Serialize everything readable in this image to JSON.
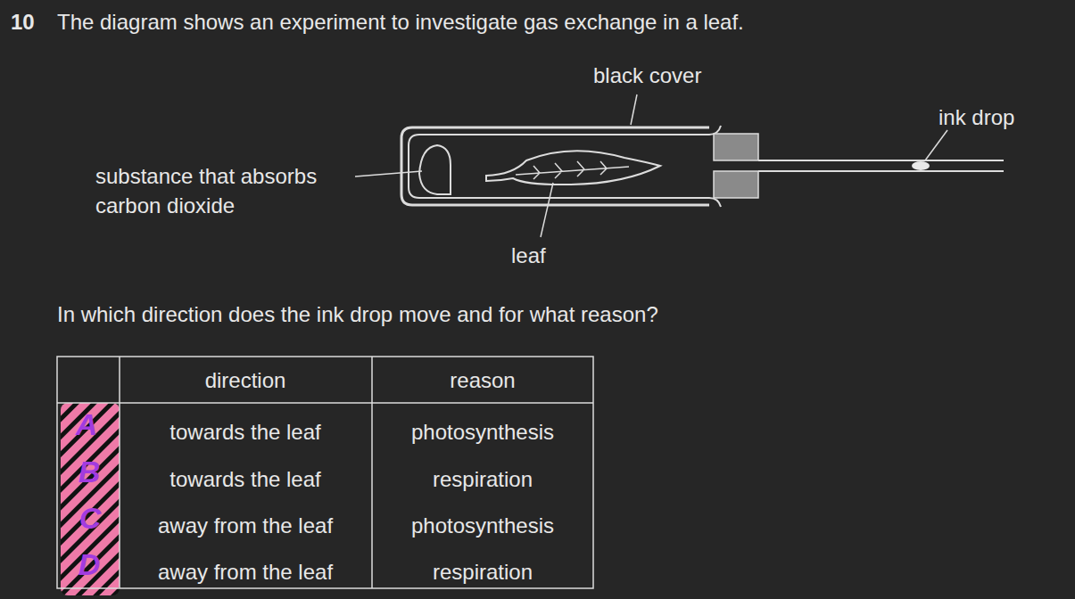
{
  "diagram": {
    "labels": [
      "10",
      "The diagram shows an experiment to investigate gas exchange in a leaf.",
      "black cover",
      "ink drop",
      "substance that absorbs carbon dioxide",
      "leaf",
      "In which direction does the ink drop move and for what reason?",
      "direction",
      "reason",
      "towards the leaf",
      "photosynthesis",
      "towards the leaf",
      "respiration",
      "away from the leaf",
      "photosynthesis",
      "away from the leaf",
      "respiration",
      "A",
      "B",
      "C",
      "D"
    ]
  }
}
